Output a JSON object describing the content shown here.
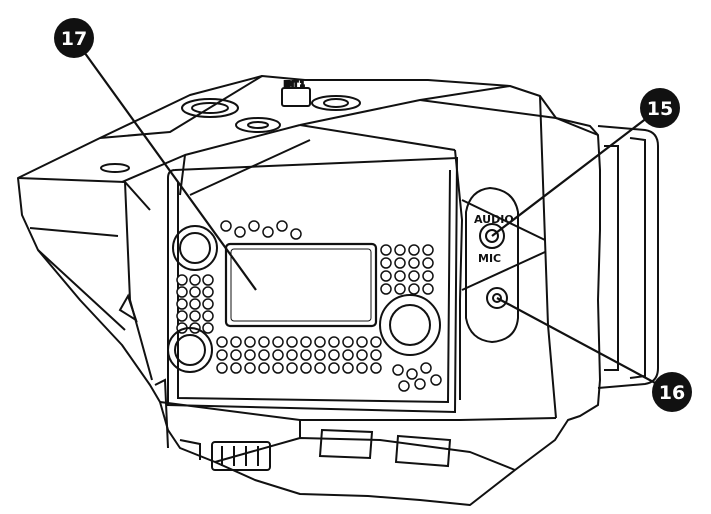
{
  "callouts": [
    {
      "number": "17",
      "target": "display-screen"
    },
    {
      "number": "15",
      "target": "audio-mic-port"
    },
    {
      "number": "16",
      "target": "secondary-port"
    }
  ],
  "labels": {
    "audio": "AUDIO",
    "mic": "MIC",
    "top_marking": "ENT 1"
  },
  "colors": {
    "line": "#111111",
    "callout_fill": "#111111",
    "callout_text": "#ffffff",
    "background": "#ffffff"
  }
}
